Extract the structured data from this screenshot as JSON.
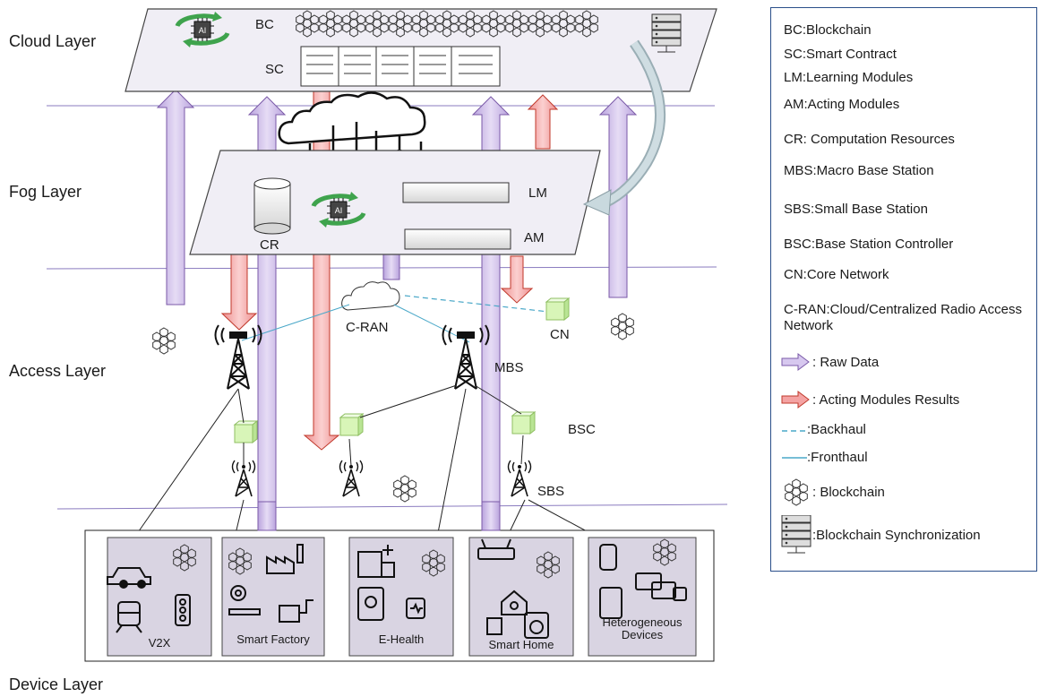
{
  "layers": {
    "cloud": "Cloud Layer",
    "fog": "Fog Layer",
    "access": "Access Layer",
    "device": "Device Layer"
  },
  "components": {
    "bc": "BC",
    "sc": "SC",
    "lm": "LM",
    "am": "AM",
    "cr": "CR",
    "cran": "C-RAN",
    "cn": "CN",
    "mbs": "MBS",
    "bsc": "BSC",
    "sbs": "SBS"
  },
  "devices": [
    "V2X",
    "Smart Factory",
    "E-Health",
    "Smart Home",
    "Heterogeneous Devices"
  ],
  "legend": {
    "bc": "BC:Blockchain",
    "sc": "SC:Smart Contract",
    "lm": "LM:Learning Modules",
    "am": "AM:Acting Modules",
    "cr": "CR: Computation Resources",
    "mbs": "MBS:Macro Base Station",
    "sbs": "SBS:Small Base Station",
    "bsc": "BSC:Base Station Controller",
    "cn": "CN:Core Network",
    "cran": "C-RAN:Cloud/Centralized Radio Access Network",
    "raw_data": ": Raw Data",
    "acting_results": ": Acting Modules Results",
    "backhaul": ":Backhaul",
    "fronthaul": ":Fronthaul",
    "blockchain": ": Blockchain",
    "sync": ":Blockchain Synchronization"
  },
  "colors": {
    "raw_data_fill": "#c9b6e4",
    "raw_data_stroke": "#7b5aa8",
    "acting_fill": "#f4a3a3",
    "acting_stroke": "#c0392b",
    "platform_fill": "#f0eef5",
    "link": "#4aa8c8",
    "bsc_fill": "#d8f5b8",
    "layer_line": "#8a7bbf"
  }
}
